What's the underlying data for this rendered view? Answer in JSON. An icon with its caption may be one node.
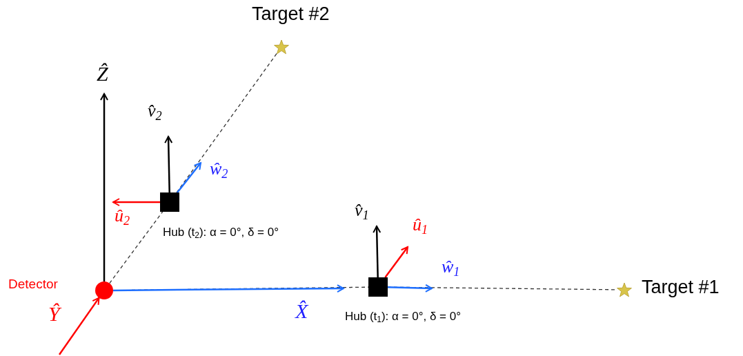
{
  "diagram": {
    "nodes": [
      {
        "text": [],
        "shape": "circle",
        "beside": [
          "Detector"
        ]
      },
      {
        "text": [],
        "shape": "box",
        "beside": [
          "Hub (t$_{2}$): α = 0°, δ = 0°"
        ]
      },
      {
        "text": [],
        "shape": "box",
        "beside": [
          "Hub (t$_{1}$): α = 0°, δ = 0°"
        ]
      },
      {
        "text": [],
        "shape": "star",
        "beside": [
          "Target #2"
        ]
      },
      {
        "text": [],
        "shape": "star",
        "beside": [
          "Target #1"
        ]
      }
    ],
    "edges": [
      {
        "from": 0,
        "to": 1,
        "arrow": "none",
        "style": "dashed"
      },
      {
        "from": 1,
        "to": 3,
        "arrow": "none",
        "style": "dashed"
      },
      {
        "from": 0,
        "to": 2,
        "arrow": "none",
        "style": "dashed"
      },
      {
        "from": 2,
        "to": 4,
        "arrow": "none",
        "style": "dashed"
      },
      {
        "from": 0,
        "to": null,
        "arrow": "to",
        "label": "Ẑ"
      },
      {
        "from": 0,
        "to": null,
        "arrow": "to",
        "label": "X̂",
        "color": "#1e6fff"
      },
      {
        "from": null,
        "to": 0,
        "arrow": "to",
        "label": "Ŷ",
        "color": "#ff0000"
      },
      {
        "from": 1,
        "to": null,
        "arrow": "to",
        "label": "v̂$_{2}$"
      },
      {
        "from": 1,
        "to": null,
        "arrow": "to",
        "label": "û$_{2}$",
        "color": "#ff0000"
      },
      {
        "from": 1,
        "to": null,
        "arrow": "to",
        "label": "ŵ$_{2}$",
        "color": "#1e6fff"
      },
      {
        "from": 2,
        "to": null,
        "arrow": "to",
        "label": "v̂$_{1}$"
      },
      {
        "from": 2,
        "to": null,
        "arrow": "to",
        "label": "û$_{1}$",
        "color": "#ff0000"
      },
      {
        "from": 2,
        "to": null,
        "arrow": "to",
        "label": "ŵ$_{1}$",
        "color": "#1e6fff"
      }
    ]
  }
}
